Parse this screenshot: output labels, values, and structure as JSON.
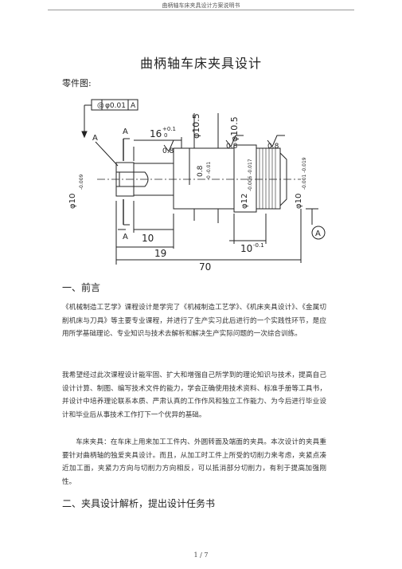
{
  "header": {
    "running_title": "曲柄轴车床夹具设计方案说明书"
  },
  "title": "曲柄轴车床夹具设计",
  "part_drawing": {
    "label": "零件图:",
    "fcf": {
      "symbol": "◎",
      "tolerance": "φ0.01",
      "datum": "A"
    },
    "dims": {
      "d_16": "16",
      "d_16_tol": "+0.1",
      "d_16_tol0": "0",
      "d_10": "10",
      "d_19": "19",
      "d_70": "70",
      "d_10_low": "10",
      "d_10_low_tol": "-0.1",
      "d_8": "0.8",
      "d_8_tol": "0 -0.01",
      "phi_10_5_a": "φ10.5",
      "phi_10_5_b": "φ10.5",
      "phi_10_left": "φ10",
      "phi_10_left_tol": "-0.009",
      "phi_12": "φ12",
      "phi_12_tol": "-0.006 -0.017",
      "phi_10_right": "φ10",
      "phi_10_right_tol": "-0.001 -0.019",
      "rough_1": "0.8",
      "rough_2": "0.8",
      "rough_3": "0.8",
      "label_a1": "A",
      "label_a2": "A",
      "label_a3": "A",
      "datum_a": "A"
    }
  },
  "sections": [
    {
      "heading": "一、前言",
      "paragraphs": [
        "《机械制造工艺学》课程设计是学完了《机械制造工艺学》、《机床夹具设计》、《金属切削机床与刀具》等主要专业课程，并进行了生产实习此后进行的一个实践性环节，是应用所学基础理论、专业知识与技术去解析和解决生产实际问题的一次综合训练。",
        "我希望经过此次课程设计能牢固、扩大和增强自己所学到的理论知识与技术，提高自己设计计算、制图、编写技术文件的能力，学会正确使用技术资料、标准手册等工具书，并设计中培养理论联系本质、严肃认真的工作作风和独立工作能力、为今后进行毕业设计和毕业后从事技术工作打下一个优异的基础。",
        "车床夹具：在车床上用来加工工件内、外圆转面及端面的夹具。本次设计的夹具重要针对曲柄轴的独爱夹具设计。而且，从加工时工件上所受的切削力来考虑，夹紧点凑近加工面，夹紧力方向与切削力方向相反，可以抵消部分切削力，有利于提高加强刚性。"
      ]
    },
    {
      "heading": "二、夹具设计解析，提出设计任务书"
    }
  ],
  "footer": {
    "page": "1 / 7"
  }
}
